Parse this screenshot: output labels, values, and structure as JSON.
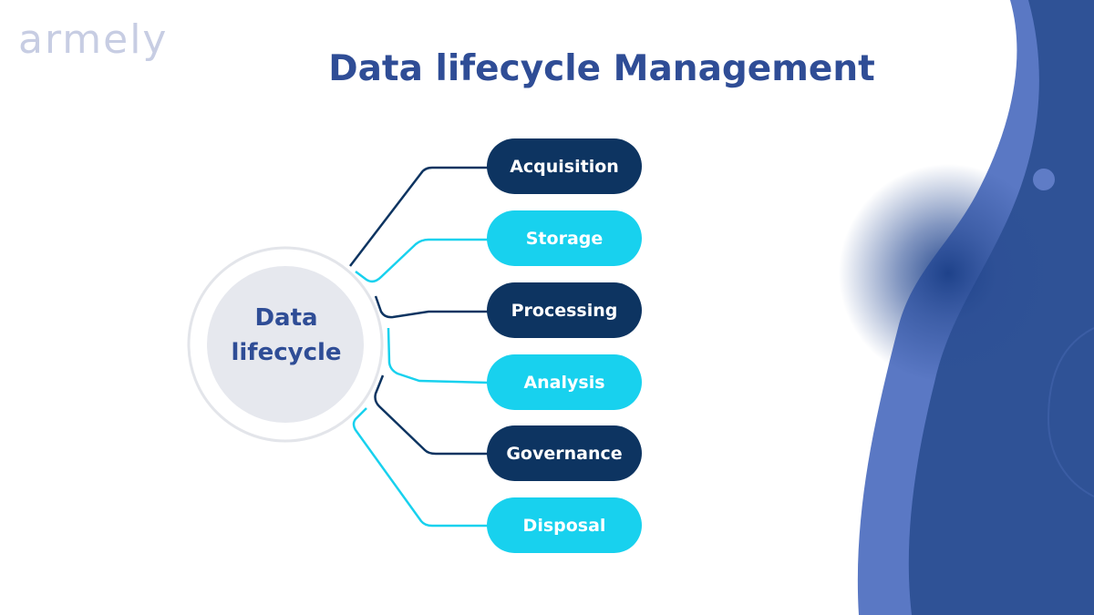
{
  "logo": {
    "text": "armely"
  },
  "title": "Data lifecycle Management",
  "center": {
    "line1": "Data",
    "line2": "lifecycle"
  },
  "stages": [
    {
      "label": "Acquisition",
      "tone": "dark"
    },
    {
      "label": "Storage",
      "tone": "light"
    },
    {
      "label": "Processing",
      "tone": "dark"
    },
    {
      "label": "Analysis",
      "tone": "light"
    },
    {
      "label": "Governance",
      "tone": "dark"
    },
    {
      "label": "Disposal",
      "tone": "light"
    }
  ],
  "colors": {
    "title": "#2f4d96",
    "dark_pill": "#0d3461",
    "light_pill": "#18d1ee",
    "center_fill": "#e6e8ee",
    "ring": "#e3e5ea",
    "logo": "#c7cde3",
    "wave_dark": "#2f5296",
    "wave_light": "#5a78c4"
  }
}
